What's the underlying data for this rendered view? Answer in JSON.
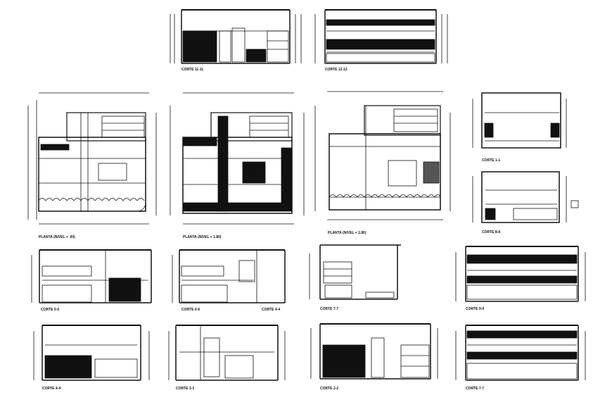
{
  "sheet": {
    "labels": {
      "corte_11": "CORTE 11-11",
      "corte_12": "CORTE 12-12",
      "planta_1": "PLANTA (NIVEL + .00)",
      "planta_2": "PLANTA (NIVEL + 1.80)",
      "planta_3": "PLANTA (NIVEL + 1.80)",
      "corte_1": "CORTE 1-1",
      "corte_2r": "CORTE 8-8",
      "corte_3a": "CORTE 5-5",
      "corte_3b": "CORTE 6-6",
      "corte_4": "CORTE 4-4",
      "corte_7": "CORTE 7-7",
      "corte_8": "CORTE 9-9",
      "corte_9": "CORTE 4-4",
      "corte_10": "CORTE 3-3",
      "corte_13": "CORTE 2-2",
      "corte_14": "CORTE 7-7"
    }
  }
}
